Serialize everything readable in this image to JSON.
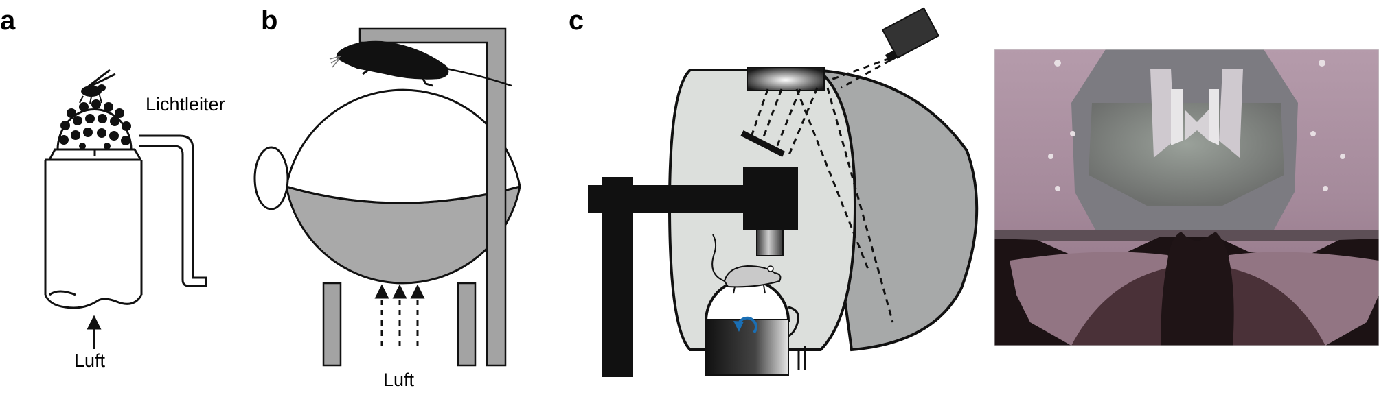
{
  "panels": {
    "a": {
      "label": "a",
      "light_guide_label": "Lichtleiter",
      "air_label": "Luft"
    },
    "b": {
      "label": "b",
      "air_label": "Luft"
    },
    "c": {
      "label": "c"
    }
  },
  "colors": {
    "line": "#111111",
    "ball_gray": "#a9a9a9",
    "frame_gray": "#a3a3a3",
    "dome_light": "#dcdfdc",
    "dome_dark": "#a7a9a9",
    "rotation_arrow": "#1a6fb5",
    "screen_pink": "#9c8191"
  }
}
